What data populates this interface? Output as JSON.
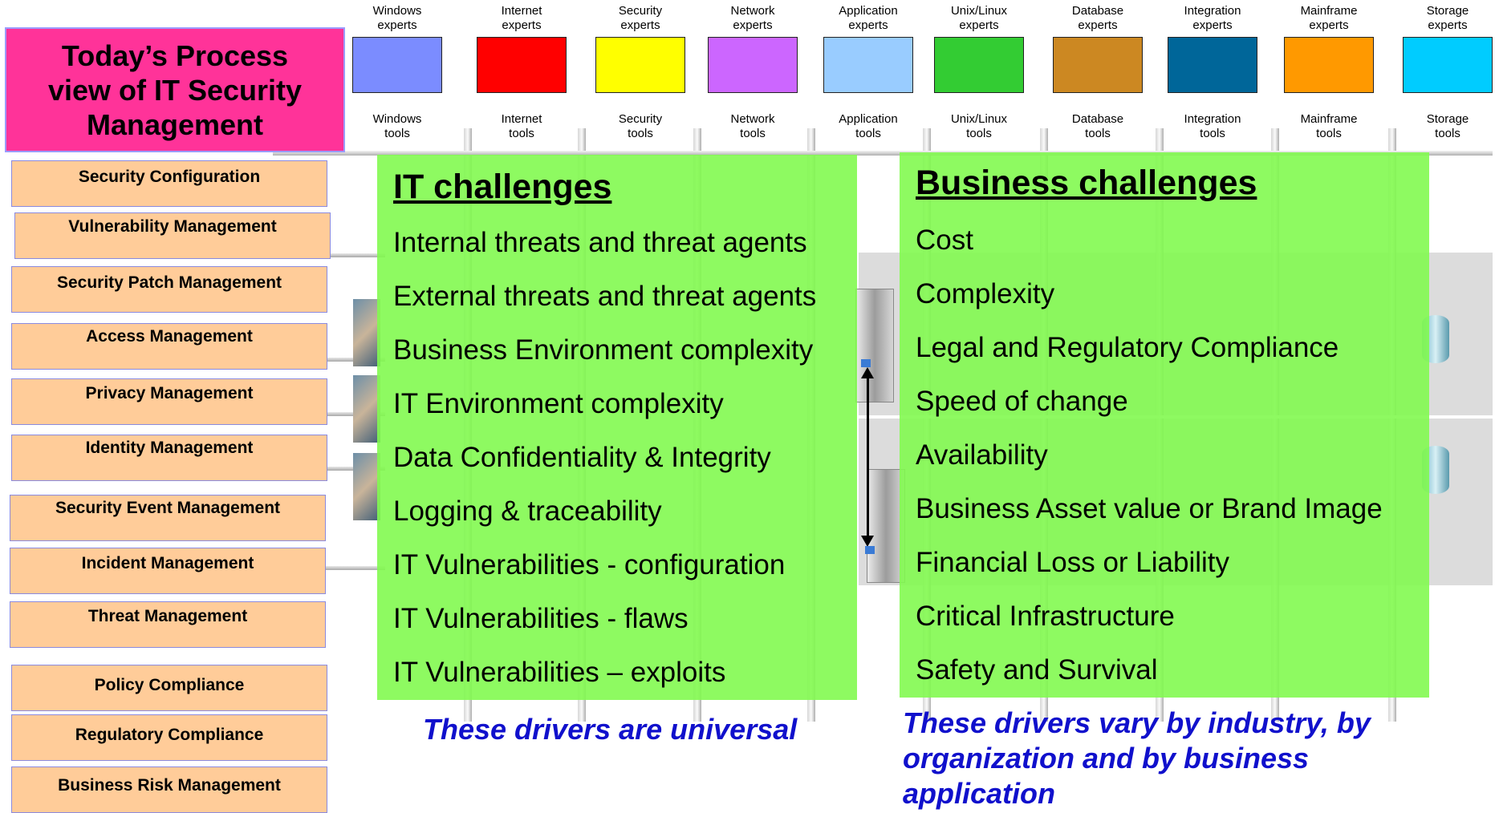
{
  "title": "Today’s Process\nview of IT Security\nManagement",
  "experts": [
    {
      "expert": "Windows\nexperts",
      "tool": "Windows\ntools",
      "color": "#7b8cff"
    },
    {
      "expert": "Internet\nexperts",
      "tool": "Internet\ntools",
      "color": "#ff0000"
    },
    {
      "expert": "Security\nexperts",
      "tool": "Security\ntools",
      "color": "#ffff00"
    },
    {
      "expert": "Network\nexperts",
      "tool": "Network\ntools",
      "color": "#cc66ff"
    },
    {
      "expert": "Application\nexperts",
      "tool": "Application\ntools",
      "color": "#99ccff"
    },
    {
      "expert": "Unix/Linux\nexperts",
      "tool": "Unix/Linux\ntools",
      "color": "#33cc33"
    },
    {
      "expert": "Database\nexperts",
      "tool": "Database\ntools",
      "color": "#cc8822"
    },
    {
      "expert": "Integration\nexperts",
      "tool": "Integration\ntools",
      "color": "#006699"
    },
    {
      "expert": "Mainframe\nexperts",
      "tool": "Mainframe\ntools",
      "color": "#ff9900"
    },
    {
      "expert": "Storage\nexperts",
      "tool": "Storage\ntools",
      "color": "#00ccff"
    }
  ],
  "processes": [
    "Security Configuration",
    "Vulnerability Management",
    "Security Patch Management",
    "Access Management",
    "Privacy Management",
    "Identity Management",
    "Security Event Management",
    "Incident Management",
    "Threat Management",
    "Policy Compliance",
    "Regulatory Compliance",
    "Business Risk Management"
  ],
  "it_challenges": {
    "heading": "IT challenges",
    "items": [
      "Internal threats and threat agents",
      "External threats and threat agents",
      "Business Environment complexity",
      "IT Environment complexity",
      "Data Confidentiality & Integrity",
      "Logging & traceability",
      "IT Vulnerabilities - configuration",
      "IT Vulnerabilities - flaws",
      "IT Vulnerabilities – exploits"
    ],
    "note": "These drivers are universal"
  },
  "business_challenges": {
    "heading": "Business challenges",
    "items": [
      "Cost",
      "Complexity",
      "Legal and Regulatory Compliance",
      "Speed of change",
      "Availability",
      "Business Asset value or Brand Image",
      "Financial Loss or Liability",
      "Critical Infrastructure",
      "Safety and Survival"
    ],
    "note": "These drivers vary by industry, by organization and by business application"
  }
}
